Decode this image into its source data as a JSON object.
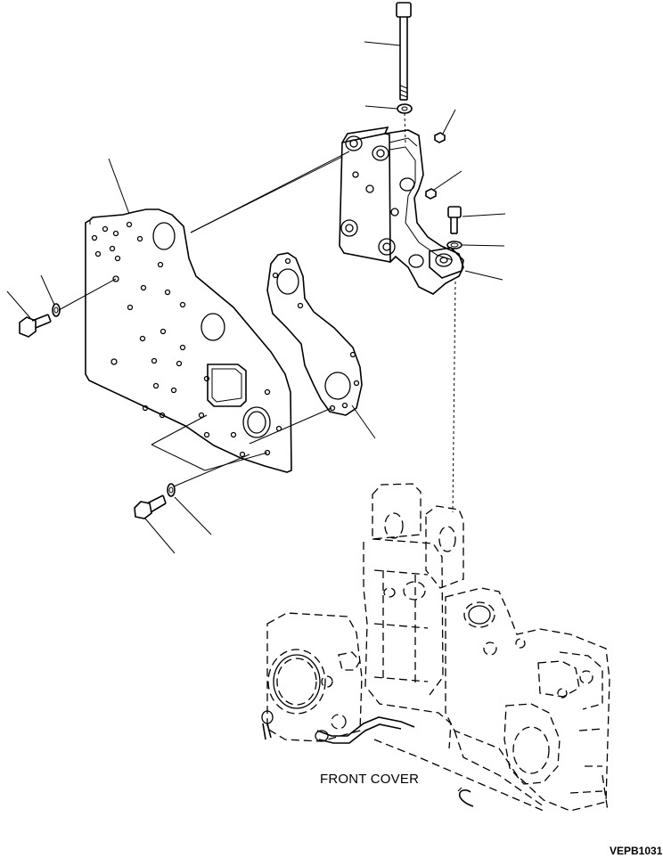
{
  "drawing": {
    "caption": "FRONT COVER",
    "figure_id": "VEPB1031"
  },
  "parts": {
    "plate": "plate",
    "gasket": "gasket",
    "bracket": "bracket",
    "front_cover": "front-cover",
    "fasteners": [
      "long-bolt",
      "washer",
      "nut",
      "bolt",
      "o-ring",
      "bolt-left",
      "washer-left",
      "bolt-bottom",
      "washer-bottom"
    ]
  }
}
